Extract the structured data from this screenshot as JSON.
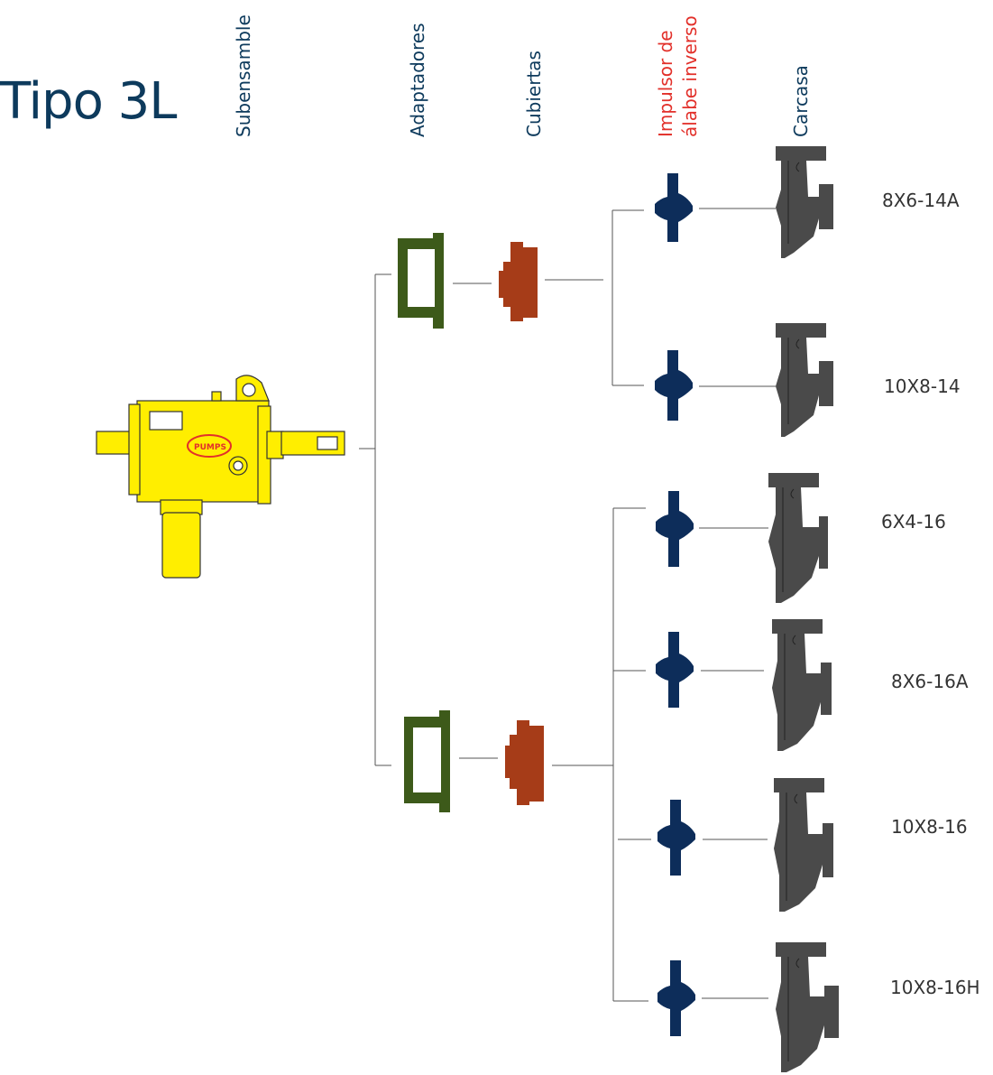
{
  "title": "Tipo 3L",
  "columns": {
    "subassembly": "Subensamble",
    "adapters": "Adaptadores",
    "covers": "Cubiertas",
    "impeller_line1": "Impulsor de",
    "impeller_line2": "álabe inverso",
    "casing": "Carcasa"
  },
  "subassembly_logo_text": "PUMPS",
  "colors": {
    "title": "#0d3a5c",
    "impeller_header": "#e2302a",
    "subassembly": "#ffee00",
    "adapter": "#3d5a1a",
    "cover": "#a63c18",
    "impeller": "#0d2d5a",
    "casing": "#4a4a4a"
  },
  "models": [
    "8X6-14A",
    "10X8-14",
    "6X4-16",
    "8X6-16A",
    "10X8-16",
    "10X8-16H"
  ]
}
